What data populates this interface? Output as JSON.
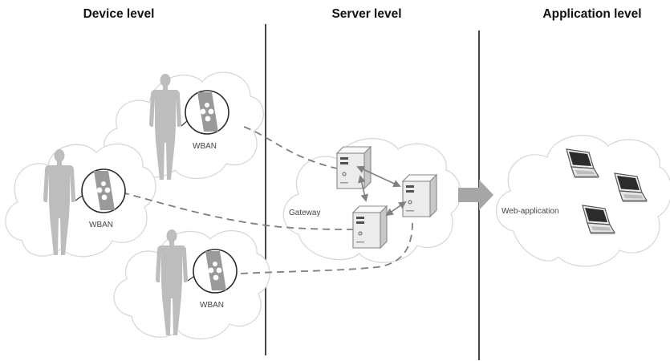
{
  "levels": {
    "device": "Device level",
    "server": "Server level",
    "application": "Application level"
  },
  "device_nodes": [
    {
      "label": "WBAN"
    },
    {
      "label": "WBAN"
    },
    {
      "label": "WBAN"
    }
  ],
  "gateway": {
    "label": "Gateway"
  },
  "web_app": {
    "label": "Web-application"
  },
  "icons": {
    "human": "human-figure-icon",
    "sensor": "wearable-sensor-icon",
    "server": "server-tower-icon",
    "laptop": "laptop-icon",
    "flow_arrow": "flow-arrow-icon"
  }
}
